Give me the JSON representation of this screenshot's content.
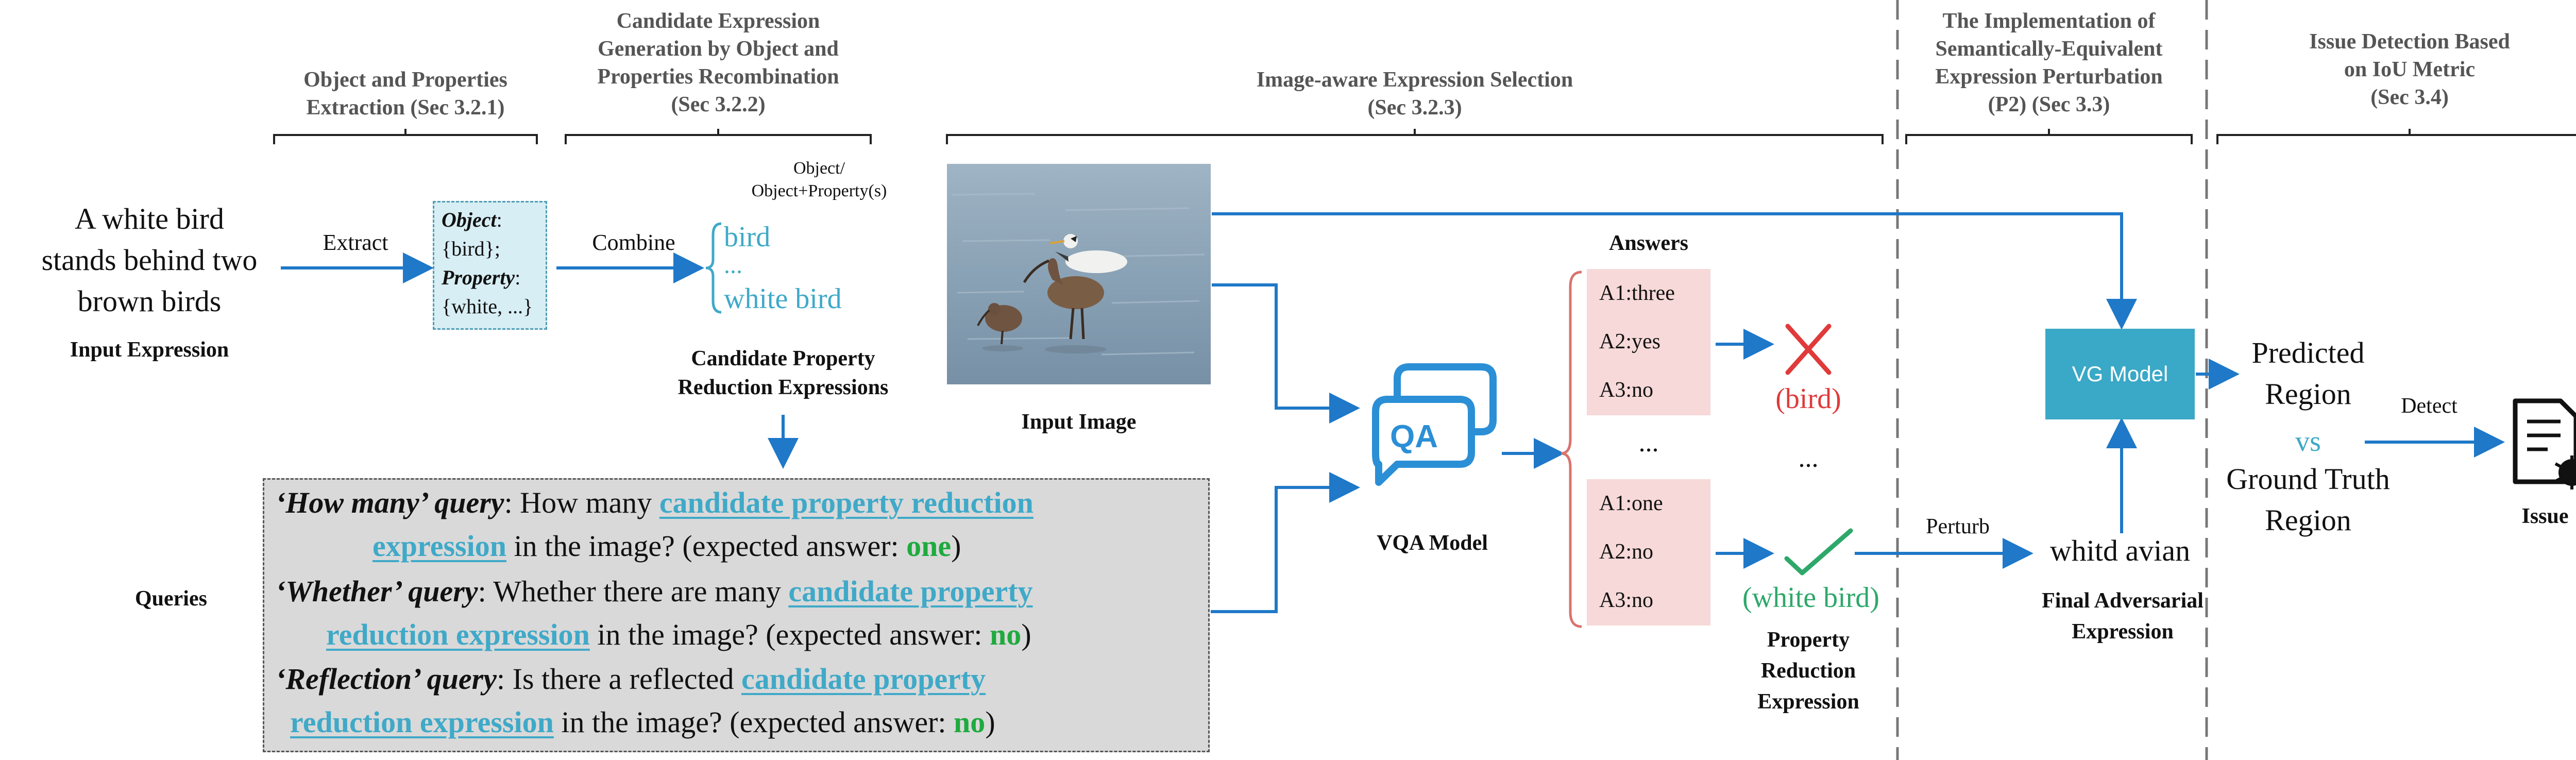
{
  "headers": {
    "extraction": "Object and Properties\nExtraction (Sec 3.2.1)",
    "generation": "Candidate Expression\nGeneration by Object and\nProperties Recombination\n(Sec 3.2.2)",
    "selection": "Image-aware Expression Selection\n(Sec 3.2.3)",
    "perturbation": "The Implementation of\nSemantically-Equivalent\nExpression Perturbation\n(P2) (Sec 3.3)",
    "detection": "Issue Detection Based\non IoU Metric\n(Sec 3.4)"
  },
  "input": {
    "expression_text": "A white bird\nstands behind two\nbrown birds",
    "expression_label": "Input Expression",
    "extract_label": "Extract"
  },
  "extraction_box": {
    "object_label": "Object",
    "object_value": "{bird};",
    "property_label": "Property",
    "property_value": "{white, ...}"
  },
  "combine": {
    "label": "Combine",
    "header": "Object/\nObject+Property(s)",
    "item_1": "bird",
    "item_2": "...",
    "item_3": "white bird",
    "candidate_label": "Candidate Property\nReduction Expressions"
  },
  "image": {
    "label": "Input Image"
  },
  "queries": {
    "side_label": "Queries",
    "q1_label": "‘How many’ query",
    "q1_pre": ":  How many ",
    "q1_hl_a": "candidate property reduction",
    "q1_hl_b": "expression",
    "q1_post": " in the image? (expected answer: ",
    "q1_ans": "one",
    "q2_label": "‘Whether’ query",
    "q2_pre": ":  Whether there are many ",
    "q2_hl_a": "candidate property",
    "q2_hl_b": "reduction expression",
    "q2_post": "  in the image? (expected answer: ",
    "q2_ans": "no",
    "q3_label": "‘Reflection’ query",
    "q3_pre": ":  Is there a reflected ",
    "q3_hl_a": "candidate property",
    "q3_hl_b": "reduction expression",
    "q3_post": "  in the image? (expected answer: ",
    "q3_ans": "no",
    "close_paren": ")"
  },
  "vqa": {
    "label": "VQA Model"
  },
  "answers": {
    "title": "Answers",
    "group1": [
      "A1:three",
      "A2:yes",
      "A3:no"
    ],
    "group2": [
      "A1:one",
      "A2:no",
      "A3:no"
    ],
    "ellipsis": "...",
    "reject_label": "(bird)",
    "accept_label": "(white bird)",
    "property_label": "Property\nReduction\nExpression"
  },
  "perturb": {
    "label": "Perturb",
    "adversarial_text": "whitd avian",
    "final_label": "Final Adversarial\nExpression"
  },
  "vg": {
    "label": "VG Model"
  },
  "detection": {
    "predicted": "Predicted\nRegion",
    "vs": "vs",
    "ground_truth": "Ground Truth\nRegion",
    "detect_label": "Detect",
    "issue_label": "Issue"
  },
  "colors": {
    "arrow": "#1f78c8",
    "accent": "#3fa9c8",
    "reject": "#e03a3a",
    "accept": "#2ea86a",
    "answer_bg": "#f6d9d8",
    "vg_box": "#3aa8c7",
    "header": "#555555"
  }
}
